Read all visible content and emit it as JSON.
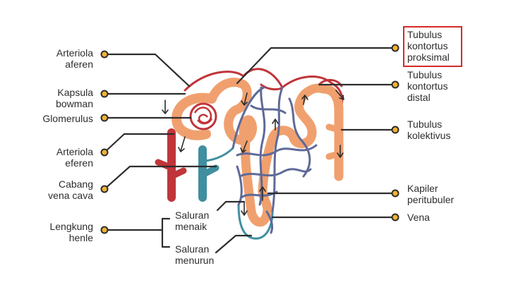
{
  "labels": {
    "arteriola_aferen": "Arteriola\naferen",
    "kapsula_bowman": "Kapsula\nbowman",
    "glomerulus": "Glomerulus",
    "arteriola_eferen": "Arteriola\neferen",
    "cabang_vena_cava": "Cabang\nvena cava",
    "lengkung_henle": "Lengkung\nhenle",
    "saluran_menaik": "Saluran\nmenaik",
    "saluran_menurun": "Saluran\nmenurun",
    "tubulus_proksimal": "Tubulus\nkontortus\nproksimal",
    "tubulus_distal": "Tubulus\nkontortus\ndistal",
    "tubulus_kolektivus": "Tubulus\nkolektivus",
    "kapiler_peritubuler": "Kapiler\nperitubuler",
    "vena": "Vena"
  },
  "colors": {
    "tubule": "#f0a06e",
    "artery": "#c0353a",
    "vein": "#3f8fa0",
    "capillary": "#5f6a98",
    "line": "#2d2d2d",
    "dot": "#f2b233",
    "highlight": "#d42a2a"
  }
}
